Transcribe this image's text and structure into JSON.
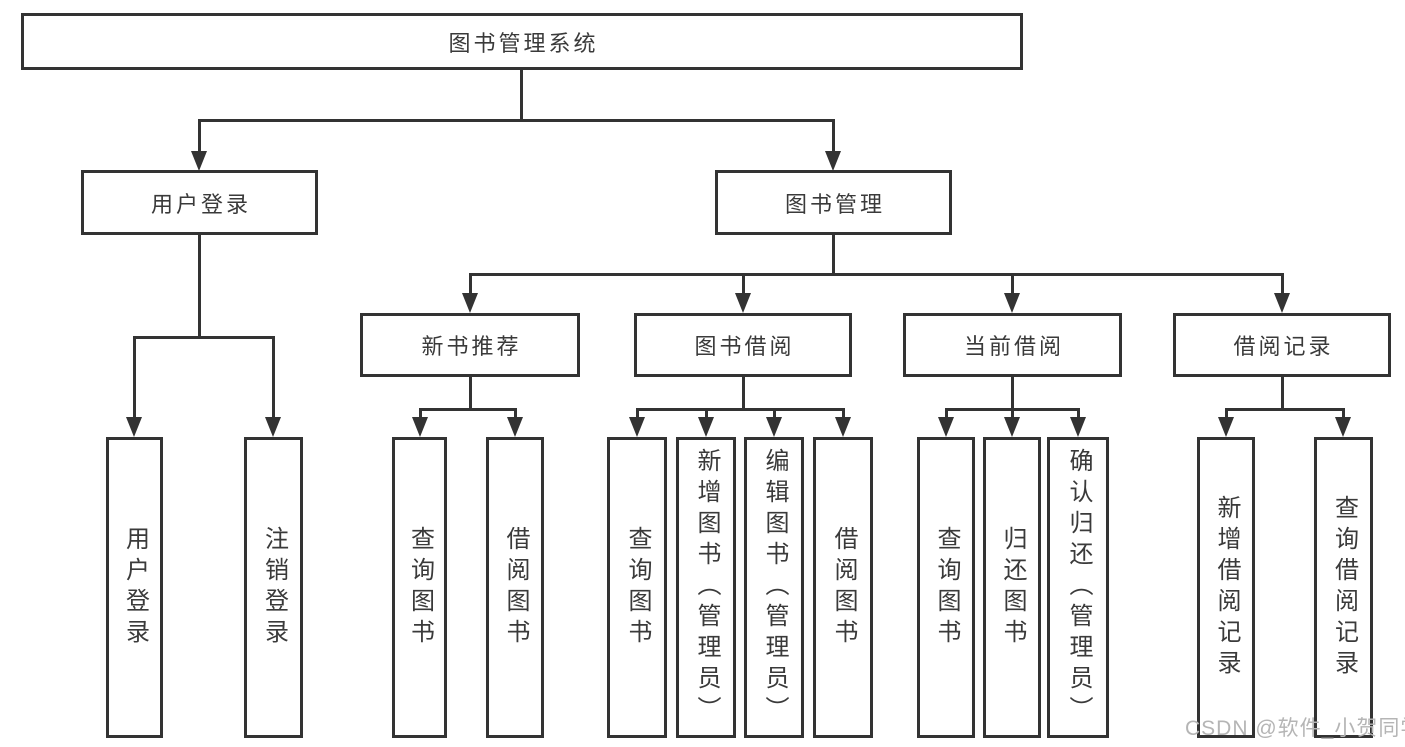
{
  "tree": {
    "root": {
      "label": "图书管理系统"
    },
    "branches": [
      {
        "label": "用户登录",
        "children": [
          {
            "label": "用户登录"
          },
          {
            "label": "注销登录"
          }
        ]
      },
      {
        "label": "图书管理",
        "children": [
          {
            "label": "新书推荐",
            "children": [
              {
                "label": "查询图书"
              },
              {
                "label": "借阅图书"
              }
            ]
          },
          {
            "label": "图书借阅",
            "children": [
              {
                "label": "查询图书"
              },
              {
                "label": "新增图书（管理员）"
              },
              {
                "label": "编辑图书（管理员）"
              },
              {
                "label": "借阅图书"
              }
            ]
          },
          {
            "label": "当前借阅",
            "children": [
              {
                "label": "查询图书"
              },
              {
                "label": "归还图书"
              },
              {
                "label": "确认归还（管理员）"
              }
            ]
          },
          {
            "label": "借阅记录",
            "children": [
              {
                "label": "新增借阅记录"
              },
              {
                "label": "查询借阅记录"
              }
            ]
          }
        ]
      }
    ]
  },
  "watermark": {
    "text": "CSDN @软件_小贺同学"
  },
  "colors": {
    "line": "#333333",
    "box_border": "#333333",
    "text": "#3a3a3a",
    "background": "#ffffff",
    "watermark": "#b5b5b5"
  }
}
